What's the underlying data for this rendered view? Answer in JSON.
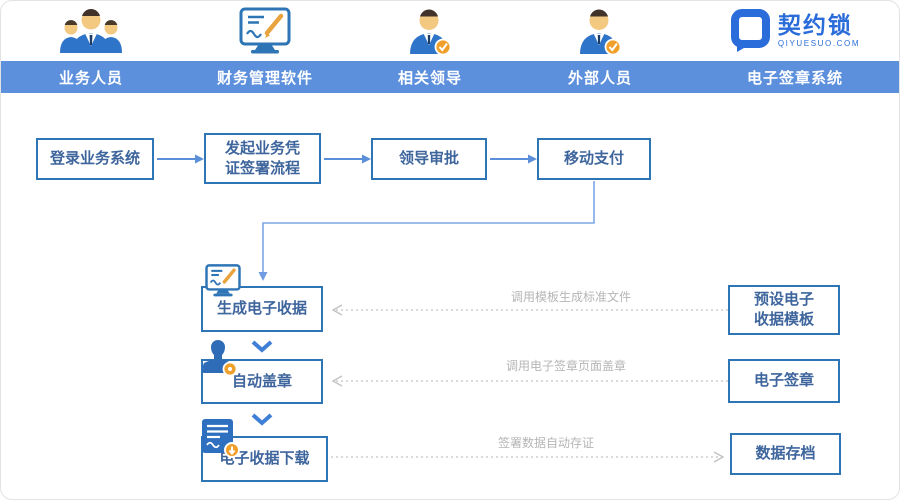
{
  "brand": {
    "name": "契约锁",
    "domain": "QIYUESUO.COM"
  },
  "lanes": [
    {
      "label": "业务人员",
      "icon": "team-icon"
    },
    {
      "label": "财务管理软件",
      "icon": "monitor-icon"
    },
    {
      "label": "相关领导",
      "icon": "person-check-icon"
    },
    {
      "label": "外部人员",
      "icon": "person-check-icon"
    },
    {
      "label": "电子签章系统",
      "icon": "qiyuesuo-logo"
    }
  ],
  "nodes": {
    "login": {
      "label": "登录业务系统"
    },
    "initiate": {
      "label": "发起业务凭\n证签署流程"
    },
    "approve": {
      "label": "领导审批"
    },
    "pay": {
      "label": "移动支付"
    },
    "generate": {
      "label": "生成电子收据",
      "icon": "monitor-icon"
    },
    "stamp": {
      "label": "自动盖章",
      "icon": "stamp-icon"
    },
    "download": {
      "label": "电子收据下载",
      "icon": "document-download-icon"
    },
    "template": {
      "label": "预设电子\n收据模板"
    },
    "esign": {
      "label": "电子签章"
    },
    "archive": {
      "label": "数据存档"
    }
  },
  "connector_notes": {
    "generate": "调用模板生成标准文件",
    "stamp": "调用电子签章页面盖章",
    "archive": "签署数据自动存证"
  },
  "colors": {
    "lane_band": "#5d90dc",
    "node_border": "#2e75b6",
    "node_text": "#3e659c",
    "arrow": "#5b8fd9",
    "elbow": "#7ca6e4",
    "dotted": "#cdcdcd",
    "note_text": "#b5b5b5",
    "brand_blue": "#2a6cd9",
    "accent_orange": "#f0a02a"
  }
}
